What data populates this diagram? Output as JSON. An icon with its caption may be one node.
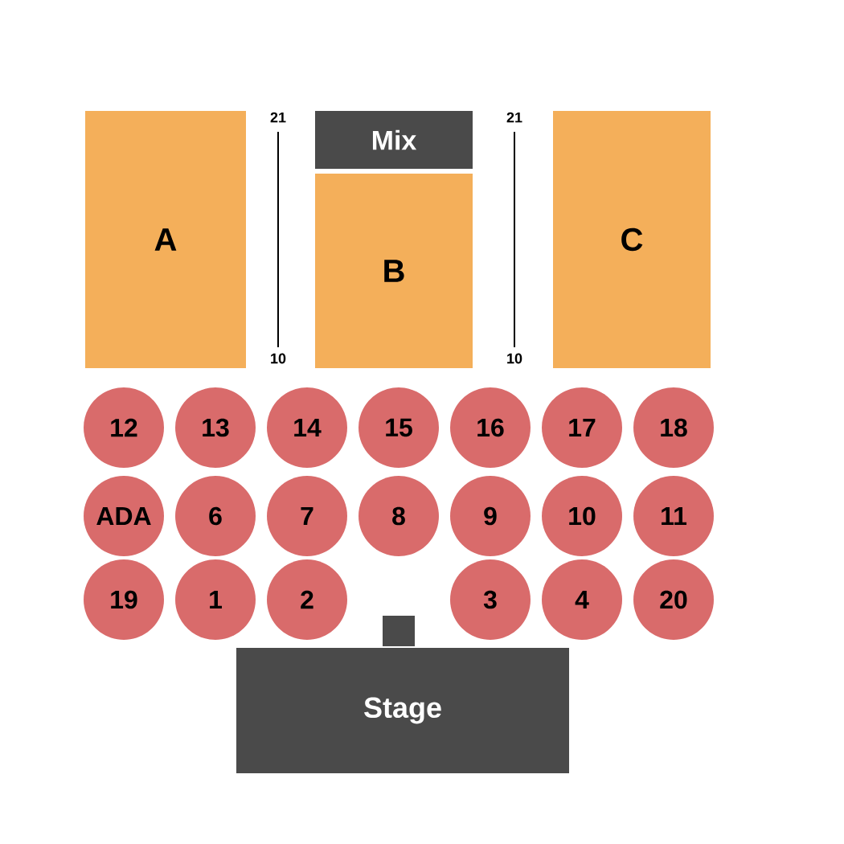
{
  "diagram": {
    "nodes": [
      {
        "text": [
          "A"
        ]
      },
      {
        "text": [
          "Mix"
        ]
      },
      {
        "text": [
          "B"
        ]
      },
      {
        "text": [
          "C"
        ]
      },
      {
        "text": [
          "12"
        ]
      },
      {
        "text": [
          "13"
        ]
      },
      {
        "text": [
          "14"
        ]
      },
      {
        "text": [
          "15"
        ]
      },
      {
        "text": [
          "16"
        ]
      },
      {
        "text": [
          "17"
        ]
      },
      {
        "text": [
          "18"
        ]
      },
      {
        "text": [
          "ADA"
        ]
      },
      {
        "text": [
          "6"
        ]
      },
      {
        "text": [
          "7"
        ]
      },
      {
        "text": [
          "8"
        ]
      },
      {
        "text": [
          "9"
        ]
      },
      {
        "text": [
          "10"
        ]
      },
      {
        "text": [
          "11"
        ]
      },
      {
        "text": [
          "19"
        ]
      },
      {
        "text": [
          "1"
        ]
      },
      {
        "text": [
          "2"
        ]
      },
      {
        "text": [
          "3"
        ]
      },
      {
        "text": [
          "4"
        ]
      },
      {
        "text": [
          "20"
        ]
      },
      {
        "text": [],
        "shape": "box"
      },
      {
        "text": [
          "Stage"
        ]
      }
    ],
    "labels": [
      "21",
      "21",
      "10",
      "10"
    ]
  }
}
